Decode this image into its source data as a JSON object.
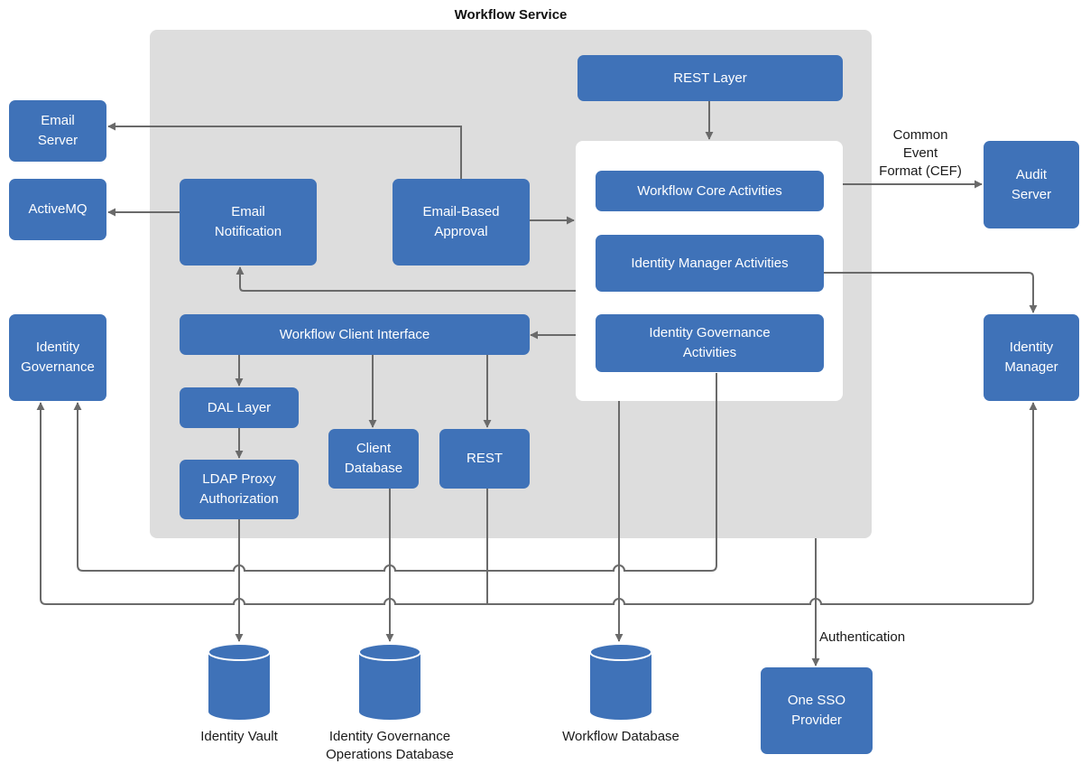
{
  "title": "Workflow Service",
  "colors": {
    "box": "#3f72b8",
    "container": "#dddddd",
    "line": "#6a6a6a"
  },
  "boxes": {
    "email_server": "Email\nServer",
    "activemq": "ActiveMQ",
    "identity_governance": "Identity\nGovernance",
    "email_notification": "Email\nNotification",
    "email_based_approval": "Email-Based\nApproval",
    "rest_layer": "REST Layer",
    "workflow_core_activities": "Workflow Core Activities",
    "identity_manager_activities": "Identity Manager Activities",
    "identity_governance_activities": "Identity Governance\nActivities",
    "workflow_client_interface": "Workflow Client Interface",
    "dal_layer": "DAL Layer",
    "ldap_proxy_authorization": "LDAP Proxy\nAuthorization",
    "client_database": "Client\nDatabase",
    "rest": "REST",
    "audit_server": "Audit\nServer",
    "identity_manager": "Identity\nManager",
    "one_sso_provider": "One SSO\nProvider"
  },
  "labels": {
    "cef": "Common\nEvent\nFormat (CEF)",
    "authentication": "Authentication"
  },
  "databases": {
    "identity_vault": "Identity Vault",
    "ig_operations_db": "Identity Governance\nOperations Database",
    "workflow_db": "Workflow Database"
  }
}
